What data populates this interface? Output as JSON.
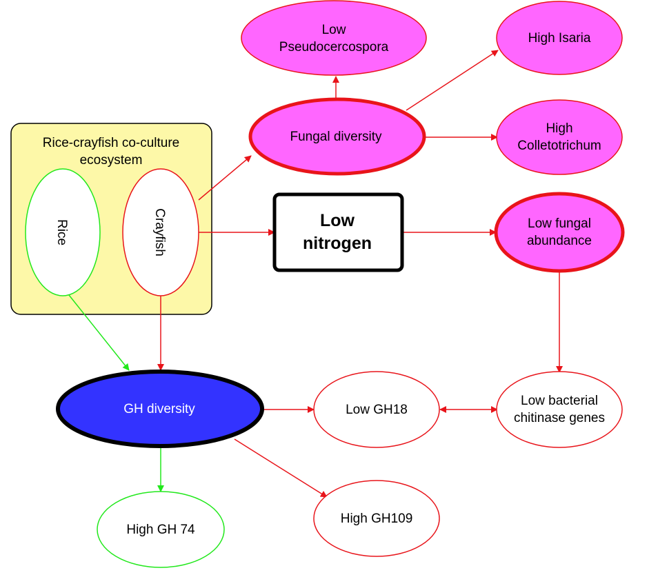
{
  "colors": {
    "red": "#e8141a",
    "green": "#21e81b",
    "magenta": "#ff66ff",
    "blue": "#3333ff",
    "yellow_box": "#fdf8a8",
    "black": "#000000"
  },
  "ecosystem": {
    "title_line1": "Rice-crayfish co-culture",
    "title_line2": "ecosystem",
    "rice": "Rice",
    "crayfish": "Crayfish"
  },
  "nodes": {
    "low_pseudocercospora": {
      "line1": "Low",
      "line2": "Pseudocercospora"
    },
    "high_isaria": {
      "line1": "High Isaria"
    },
    "fungal_diversity": {
      "line1": "Fungal diversity"
    },
    "high_colletotrichum": {
      "line1": "High",
      "line2": "Colletotrichum"
    },
    "low_nitrogen": {
      "line1": "Low",
      "line2": "nitrogen"
    },
    "low_fungal_abundance": {
      "line1": "Low fungal",
      "line2": "abundance"
    },
    "gh_diversity": {
      "line1": "GH diversity"
    },
    "low_gh18": {
      "line1": "Low GH18"
    },
    "low_bacterial_chitinase": {
      "line1": "Low bacterial",
      "line2": "chitinase genes"
    },
    "high_gh74": {
      "line1": "High GH 74"
    },
    "high_gh109": {
      "line1": "High GH109"
    }
  }
}
